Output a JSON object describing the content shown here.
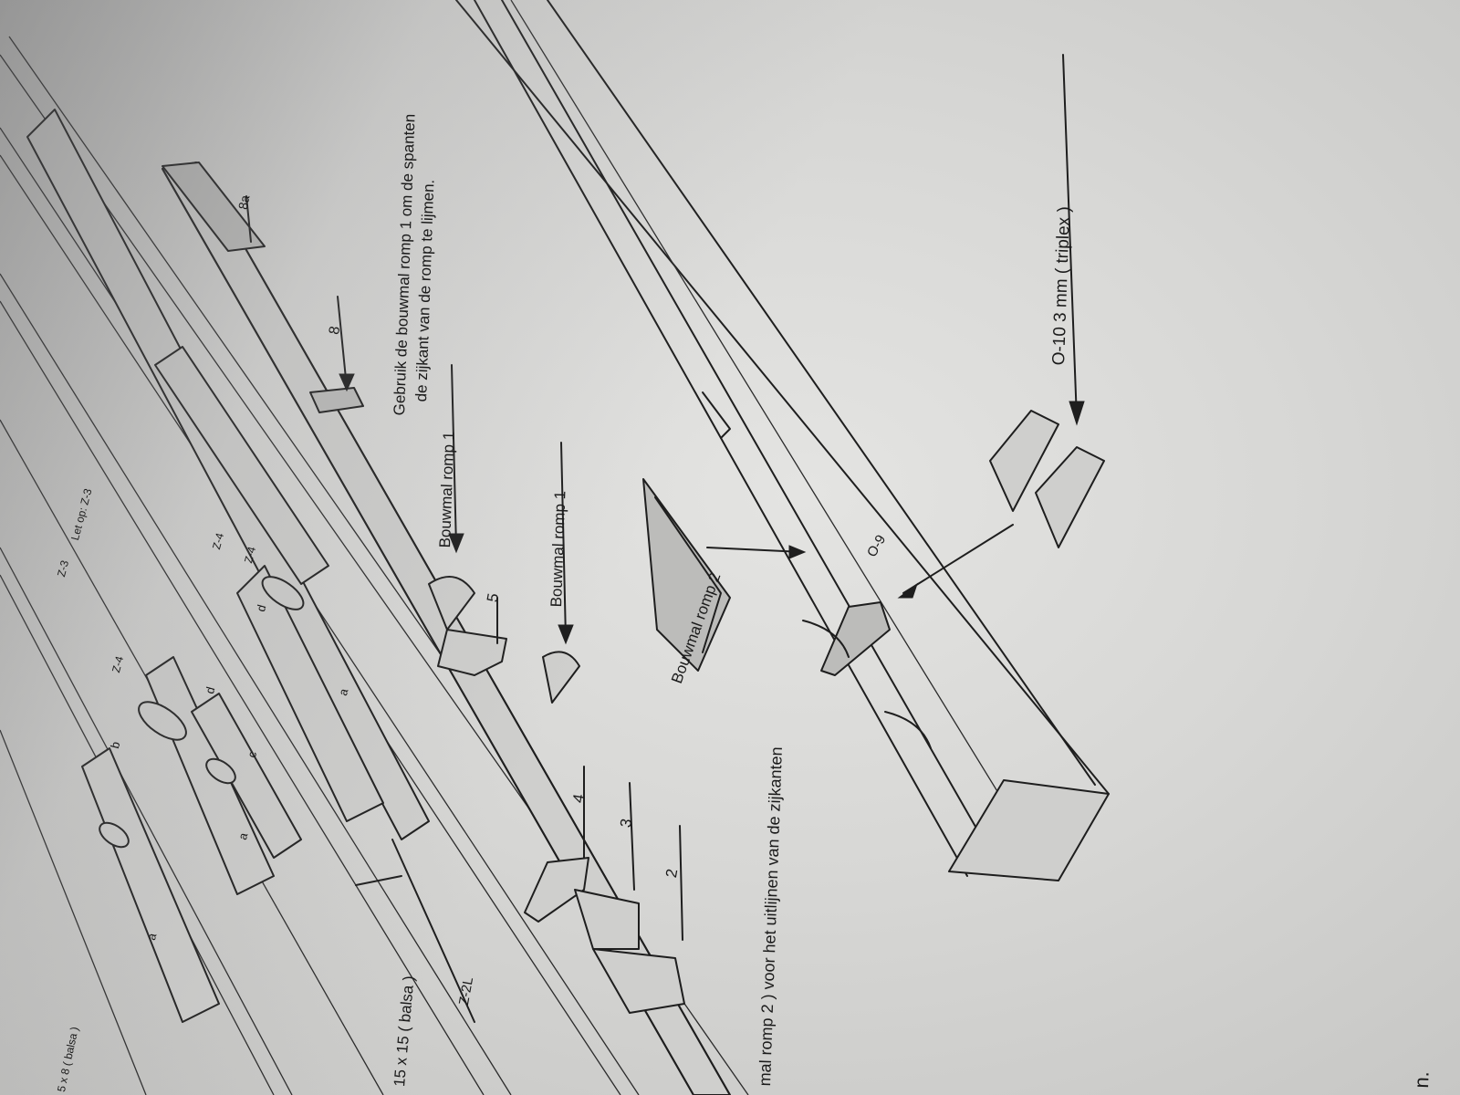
{
  "labels": {
    "instruction_line1": "Gebruik de bouwmal romp 1 om  de spanten",
    "instruction_line2": "de zijkant van de romp te lijmen.",
    "bouwmal_romp1_a": "Bouwmal romp  1",
    "bouwmal_romp1_b": "Bouwmal romp  1",
    "bouwmal_romp2": "Bouwmal romp 2",
    "triplex_spec": "O-10    3 mm ( triplex )",
    "bottom_instruction": "mal romp 2 )  voor het uitlijnen van de zijkanten",
    "balsa_15": "15 x 15  ( balsa )",
    "balsa_5": "5 x 8 ( balsa )",
    "z2l": "Z-2L",
    "z3": "Z-3",
    "z3_ref": "Let op: Z-3",
    "z4_a": "Z-4",
    "z4_b": "Z-4",
    "z4_c": "Z-4",
    "part_8a": "8a",
    "part_8": "8",
    "part_5": "5",
    "part_4": "4",
    "part_3": "3",
    "part_2": "2",
    "part_o9": "O-9",
    "letter_a1": "a",
    "letter_a2": "a",
    "letter_a3": "a",
    "letter_b": "b",
    "letter_c": "c",
    "letter_d1": "d",
    "letter_d2": "d",
    "corner_n": "n."
  },
  "colors": {
    "ink": "#1e1e1e",
    "paper": "#dadad8"
  }
}
